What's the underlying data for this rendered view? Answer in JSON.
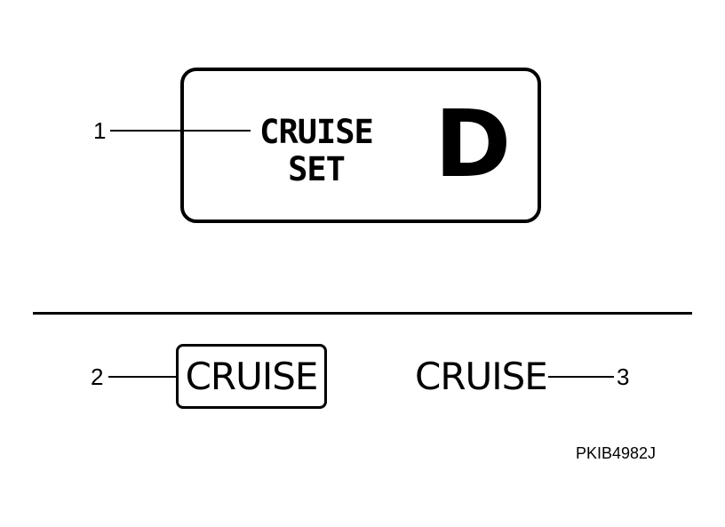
{
  "display": {
    "cruise_line1": "CRUISE",
    "cruise_line2": "SET",
    "gear": "D"
  },
  "callouts": [
    "1",
    "2",
    "3"
  ],
  "indicators": {
    "framed_label": "CRUISE",
    "plain_label": "CRUISE"
  },
  "figure_id": "PKIB4982J"
}
